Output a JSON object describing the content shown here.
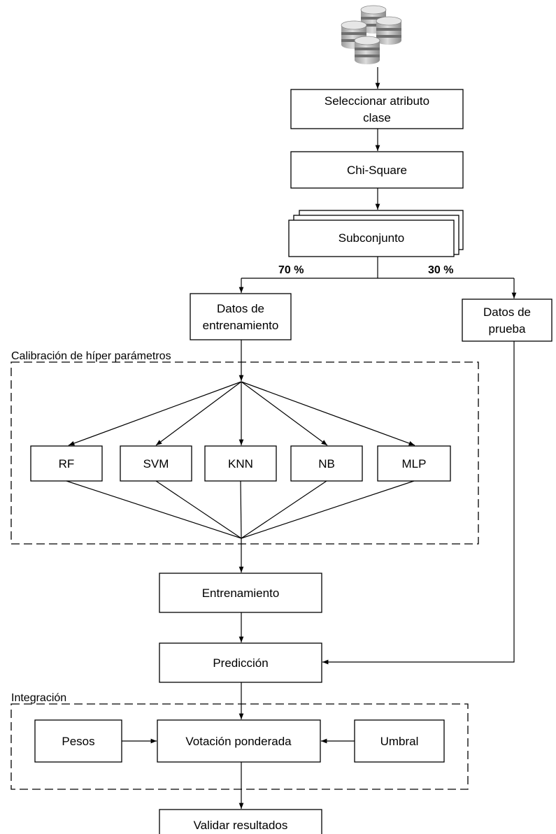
{
  "colors": {
    "stroke": "#000000",
    "background": "#ffffff",
    "db_fill": "#c8c8c8",
    "db_band": "#6f6f6f"
  },
  "source": {
    "icon": "database-icon"
  },
  "steps": {
    "select_line1": "Seleccionar atributo",
    "select_line2": "clase",
    "chi_square": "Chi-Square",
    "subset": "Subconjunto",
    "train_data_line1": "Datos de",
    "train_data_line2": "entrenamiento",
    "test_data_line1": "Datos de",
    "test_data_line2": "prueba",
    "training": "Entrenamiento",
    "prediction": "Predicción",
    "validate": "Validar resultados"
  },
  "split": {
    "train_pct": "70 %",
    "test_pct": "30 %"
  },
  "groups": {
    "calibration_title": "Calibración de híper parámetros",
    "integration_title": "Integración"
  },
  "models": [
    "RF",
    "SVM",
    "KNN",
    "NB",
    "MLP"
  ],
  "integration": {
    "weights": "Pesos",
    "weighted_vote": "Votación ponderada",
    "threshold": "Umbral"
  }
}
